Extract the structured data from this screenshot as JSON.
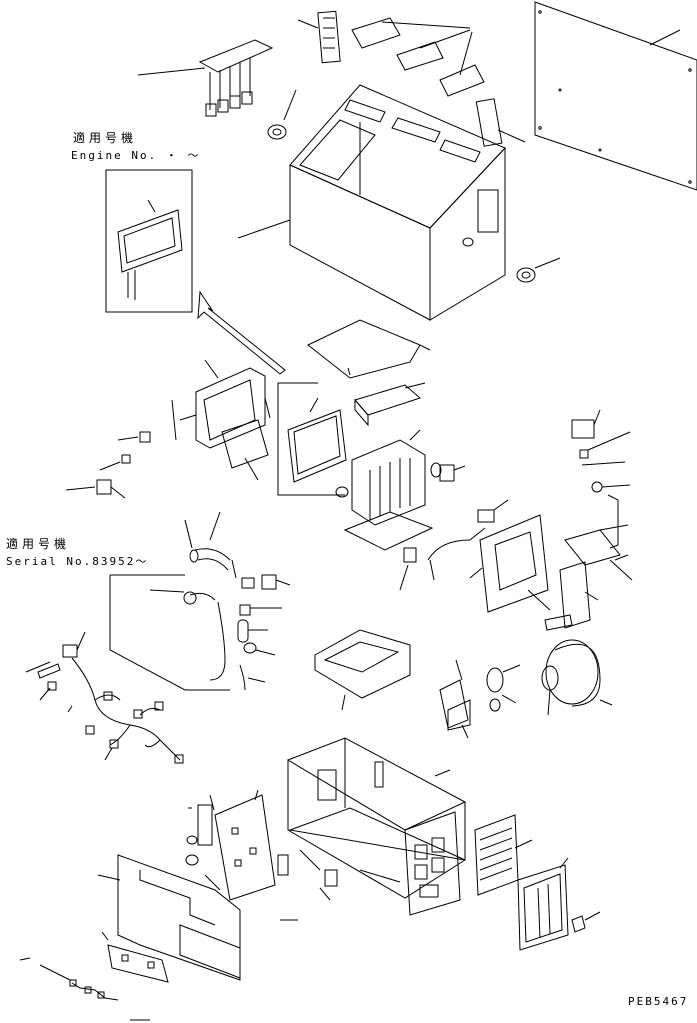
{
  "labels": {
    "engine_no_jp": "適用号機",
    "engine_no": "Engine No.  ・ ～",
    "serial_no_jp": "適用号機",
    "serial_no": "Serial No.83952～",
    "drawing_code": "PEB5467"
  },
  "colors": {
    "line": "#000000",
    "background": "#ffffff"
  }
}
